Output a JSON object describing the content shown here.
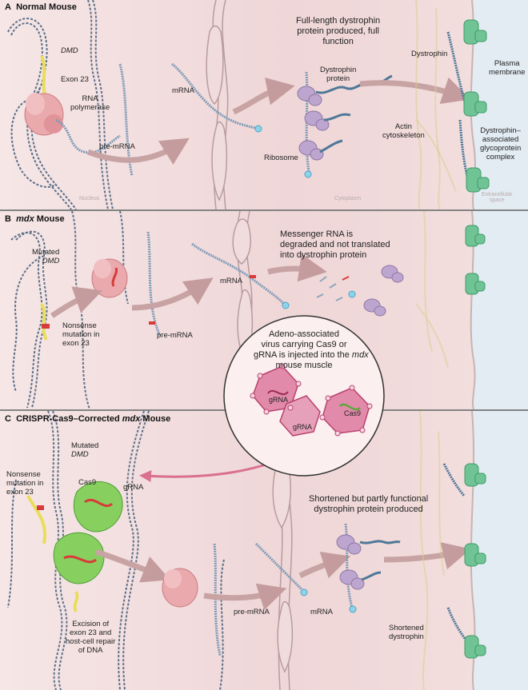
{
  "panel_a": {
    "letter": "A",
    "title": "Normal Mouse",
    "dmd": "DMD",
    "exon": "Exon 23",
    "polymerase_1": "RNA",
    "polymerase_2": "polymerase",
    "pre_mrna": "pre-mRNA",
    "mrna": "mRNA",
    "full_1": "Full-length dystrophin",
    "full_2": "protein produced, full",
    "full_3": "function",
    "protein_1": "Dystrophin",
    "protein_2": "protein",
    "ribosome": "Ribosome",
    "actin_1": "Actin",
    "actin_2": "cytoskeleton",
    "dystrophin": "Dystrophin",
    "plasma_1": "Plasma",
    "plasma_2": "membrane",
    "dagc_1": "Dystrophin–",
    "dagc_2": "associated",
    "dagc_3": "glycoprotein",
    "dagc_4": "complex",
    "nucleus": "Nucleus",
    "cytoplasm": "Cytoplasm",
    "extra_1": "Extracellular",
    "extra_2": "space"
  },
  "panel_b": {
    "letter": "B",
    "title_italic": "mdx",
    "title_rest": " Mouse",
    "mutated": "Mutated",
    "dmd": "DMD",
    "nonsense_1": "Nonsense",
    "nonsense_2": "mutation in",
    "nonsense_3": "exon 23",
    "pre_mrna": "pre-mRNA",
    "mrna": "mRNA",
    "msg_1": "Messenger RNA is",
    "msg_2": "degraded and not translated",
    "msg_3": "into dystrophin protein"
  },
  "inset": {
    "line_1": "Adeno-associated",
    "line_2": "virus carrying Cas9 or",
    "line_3_pre": "gRNA is injected into the ",
    "line_3_italic": "mdx",
    "line_4": "mouse muscle",
    "grna": "gRNA",
    "cas9": "Cas9"
  },
  "panel_c": {
    "letter": "C",
    "title": "CRISPR-Cas9–Corrected ",
    "title_italic": "mdx",
    "title_end": " Mouse",
    "mutated": "Mutated",
    "dmd": "DMD",
    "nonsense_1": "Nonsense",
    "nonsense_2": "mutation in",
    "nonsense_3": "exon 23",
    "cas9": "Cas9",
    "grna": "gRNA",
    "excision_1": "Excision of",
    "excision_2": "exon 23 and",
    "excision_3": "host-cell repair",
    "excision_4": "of DNA",
    "pre_mrna": "pre-mRNA",
    "mrna": "mRNA",
    "short_1": "Shortened but partly functional",
    "short_2": "dystrophin protein produced",
    "shortened_1": "Shortened",
    "shortened_2": "dystrophin"
  },
  "colors": {
    "cell_bg": "#f5e4e4",
    "cell_bg_light": "#f9eeee",
    "extracellular": "#dde8f1",
    "dna": "#5a6f86",
    "exon": "#ece05a",
    "mutation": "#d83a3a",
    "polymerase": "#e9a9ad",
    "ribosome": "#b9a2cb",
    "dystrophin": "#4f7898",
    "dagc": "#6ec293",
    "cas9": "#86cf5d",
    "arrow": "#c9a3a3",
    "capsid": "#d86f95"
  }
}
